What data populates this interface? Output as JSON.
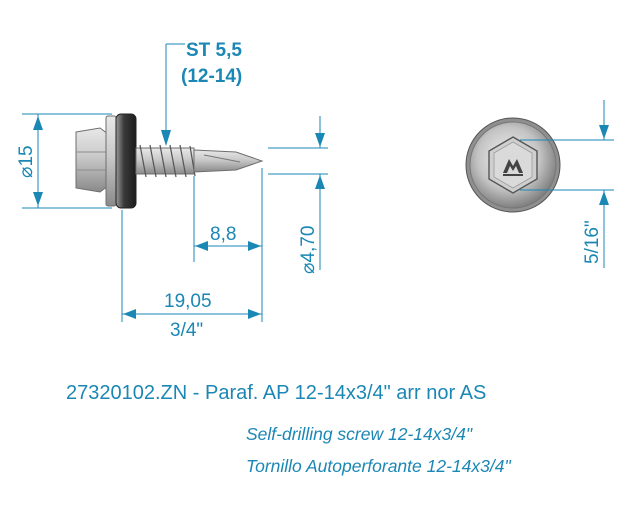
{
  "drawing": {
    "thread_spec": "ST 5,5",
    "thread_gauge": "(12-14)",
    "head_diameter": "⌀15",
    "drill_point_length": "8,8",
    "shank_diameter": "⌀4,70",
    "length_mm": "19,05",
    "length_in": "3/4\"",
    "hex_size": "5/16\""
  },
  "caption": {
    "code_line": "27320102.ZN - Paraf. AP 12-14x3/4\" arr nor AS",
    "english": "Self-drilling screw 12-14x3/4\"",
    "spanish": "Tornillo Autoperforante 12-14x3/4\""
  },
  "colors": {
    "dimension": "#1b87b4",
    "metal": "#a8a8a8",
    "washer": "#2a2a2a"
  }
}
